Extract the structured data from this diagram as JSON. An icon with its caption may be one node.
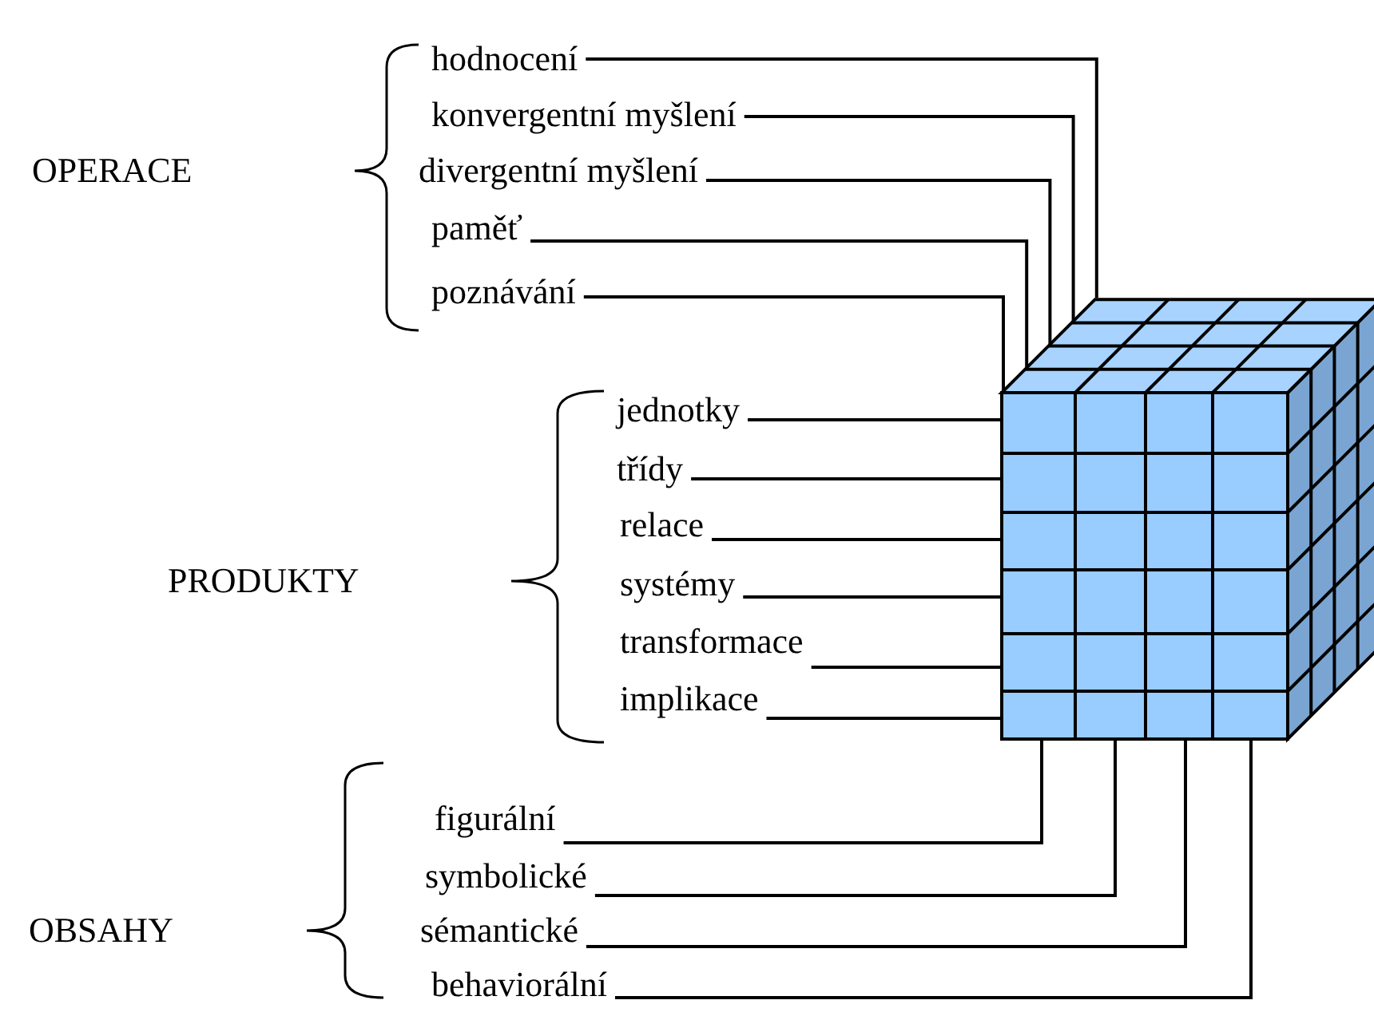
{
  "diagram": {
    "nodes": [
      {
        "text": [
          "hodnocení"
        ]
      },
      {
        "text": [
          "konvergentní myšlení"
        ]
      },
      {
        "text": [
          "divergentní myšlení"
        ]
      },
      {
        "text": [
          "paměť"
        ]
      },
      {
        "text": [
          "poznávání"
        ]
      },
      {
        "text": [
          "jednotky"
        ]
      },
      {
        "text": [
          "třídy"
        ]
      },
      {
        "text": [
          "relace"
        ]
      },
      {
        "text": [
          "systémy"
        ]
      },
      {
        "text": [
          "transformace"
        ]
      },
      {
        "text": [
          "implikace"
        ]
      },
      {
        "text": [
          "figurální"
        ]
      },
      {
        "text": [
          "symbolické"
        ]
      },
      {
        "text": [
          "sémantické"
        ]
      },
      {
        "text": [
          "behaviorální"
        ]
      },
      {
        "text": [],
        "shape": "box"
      }
    ],
    "edges": [
      {
        "from": 0,
        "to": 15,
        "arrow": "none"
      },
      {
        "from": 1,
        "to": 15,
        "arrow": "none"
      },
      {
        "from": 2,
        "to": 15,
        "arrow": "none"
      },
      {
        "from": 3,
        "to": 15,
        "arrow": "none"
      },
      {
        "from": 4,
        "to": 15,
        "arrow": "none"
      },
      {
        "from": 5,
        "to": 15,
        "arrow": "none"
      },
      {
        "from": 6,
        "to": 15,
        "arrow": "none"
      },
      {
        "from": 7,
        "to": 15,
        "arrow": "none"
      },
      {
        "from": 8,
        "to": 15,
        "arrow": "none"
      },
      {
        "from": 9,
        "to": 15,
        "arrow": "none"
      },
      {
        "from": 10,
        "to": 15,
        "arrow": "none"
      },
      {
        "from": 11,
        "to": 15,
        "arrow": "none"
      },
      {
        "from": 12,
        "to": 15,
        "arrow": "none"
      },
      {
        "from": 13,
        "to": 15,
        "arrow": "none"
      },
      {
        "from": 14,
        "to": 15,
        "arrow": "none"
      }
    ],
    "labels": [
      "OPERACE",
      "PRODUKTY",
      "OBSAHY"
    ]
  }
}
